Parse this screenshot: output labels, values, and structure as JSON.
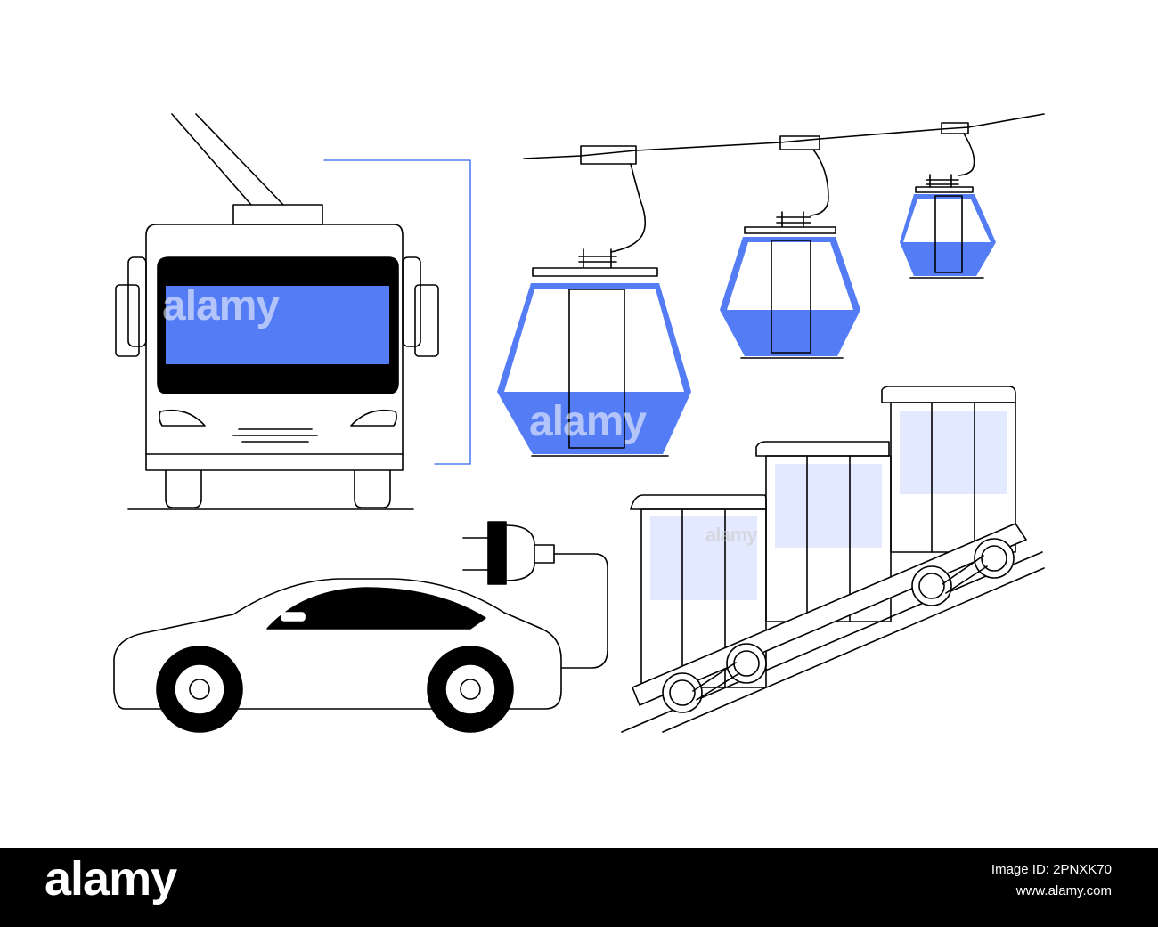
{
  "colors": {
    "blue": "#547DF5",
    "pale_blue": "#E3E9FE",
    "black": "#000000",
    "stroke": "#000000"
  },
  "watermark": {
    "text": "alamy"
  },
  "footer": {
    "brand": "alamy",
    "image_id": "Image ID: 2PNXK70",
    "site": "www.alamy.com"
  }
}
